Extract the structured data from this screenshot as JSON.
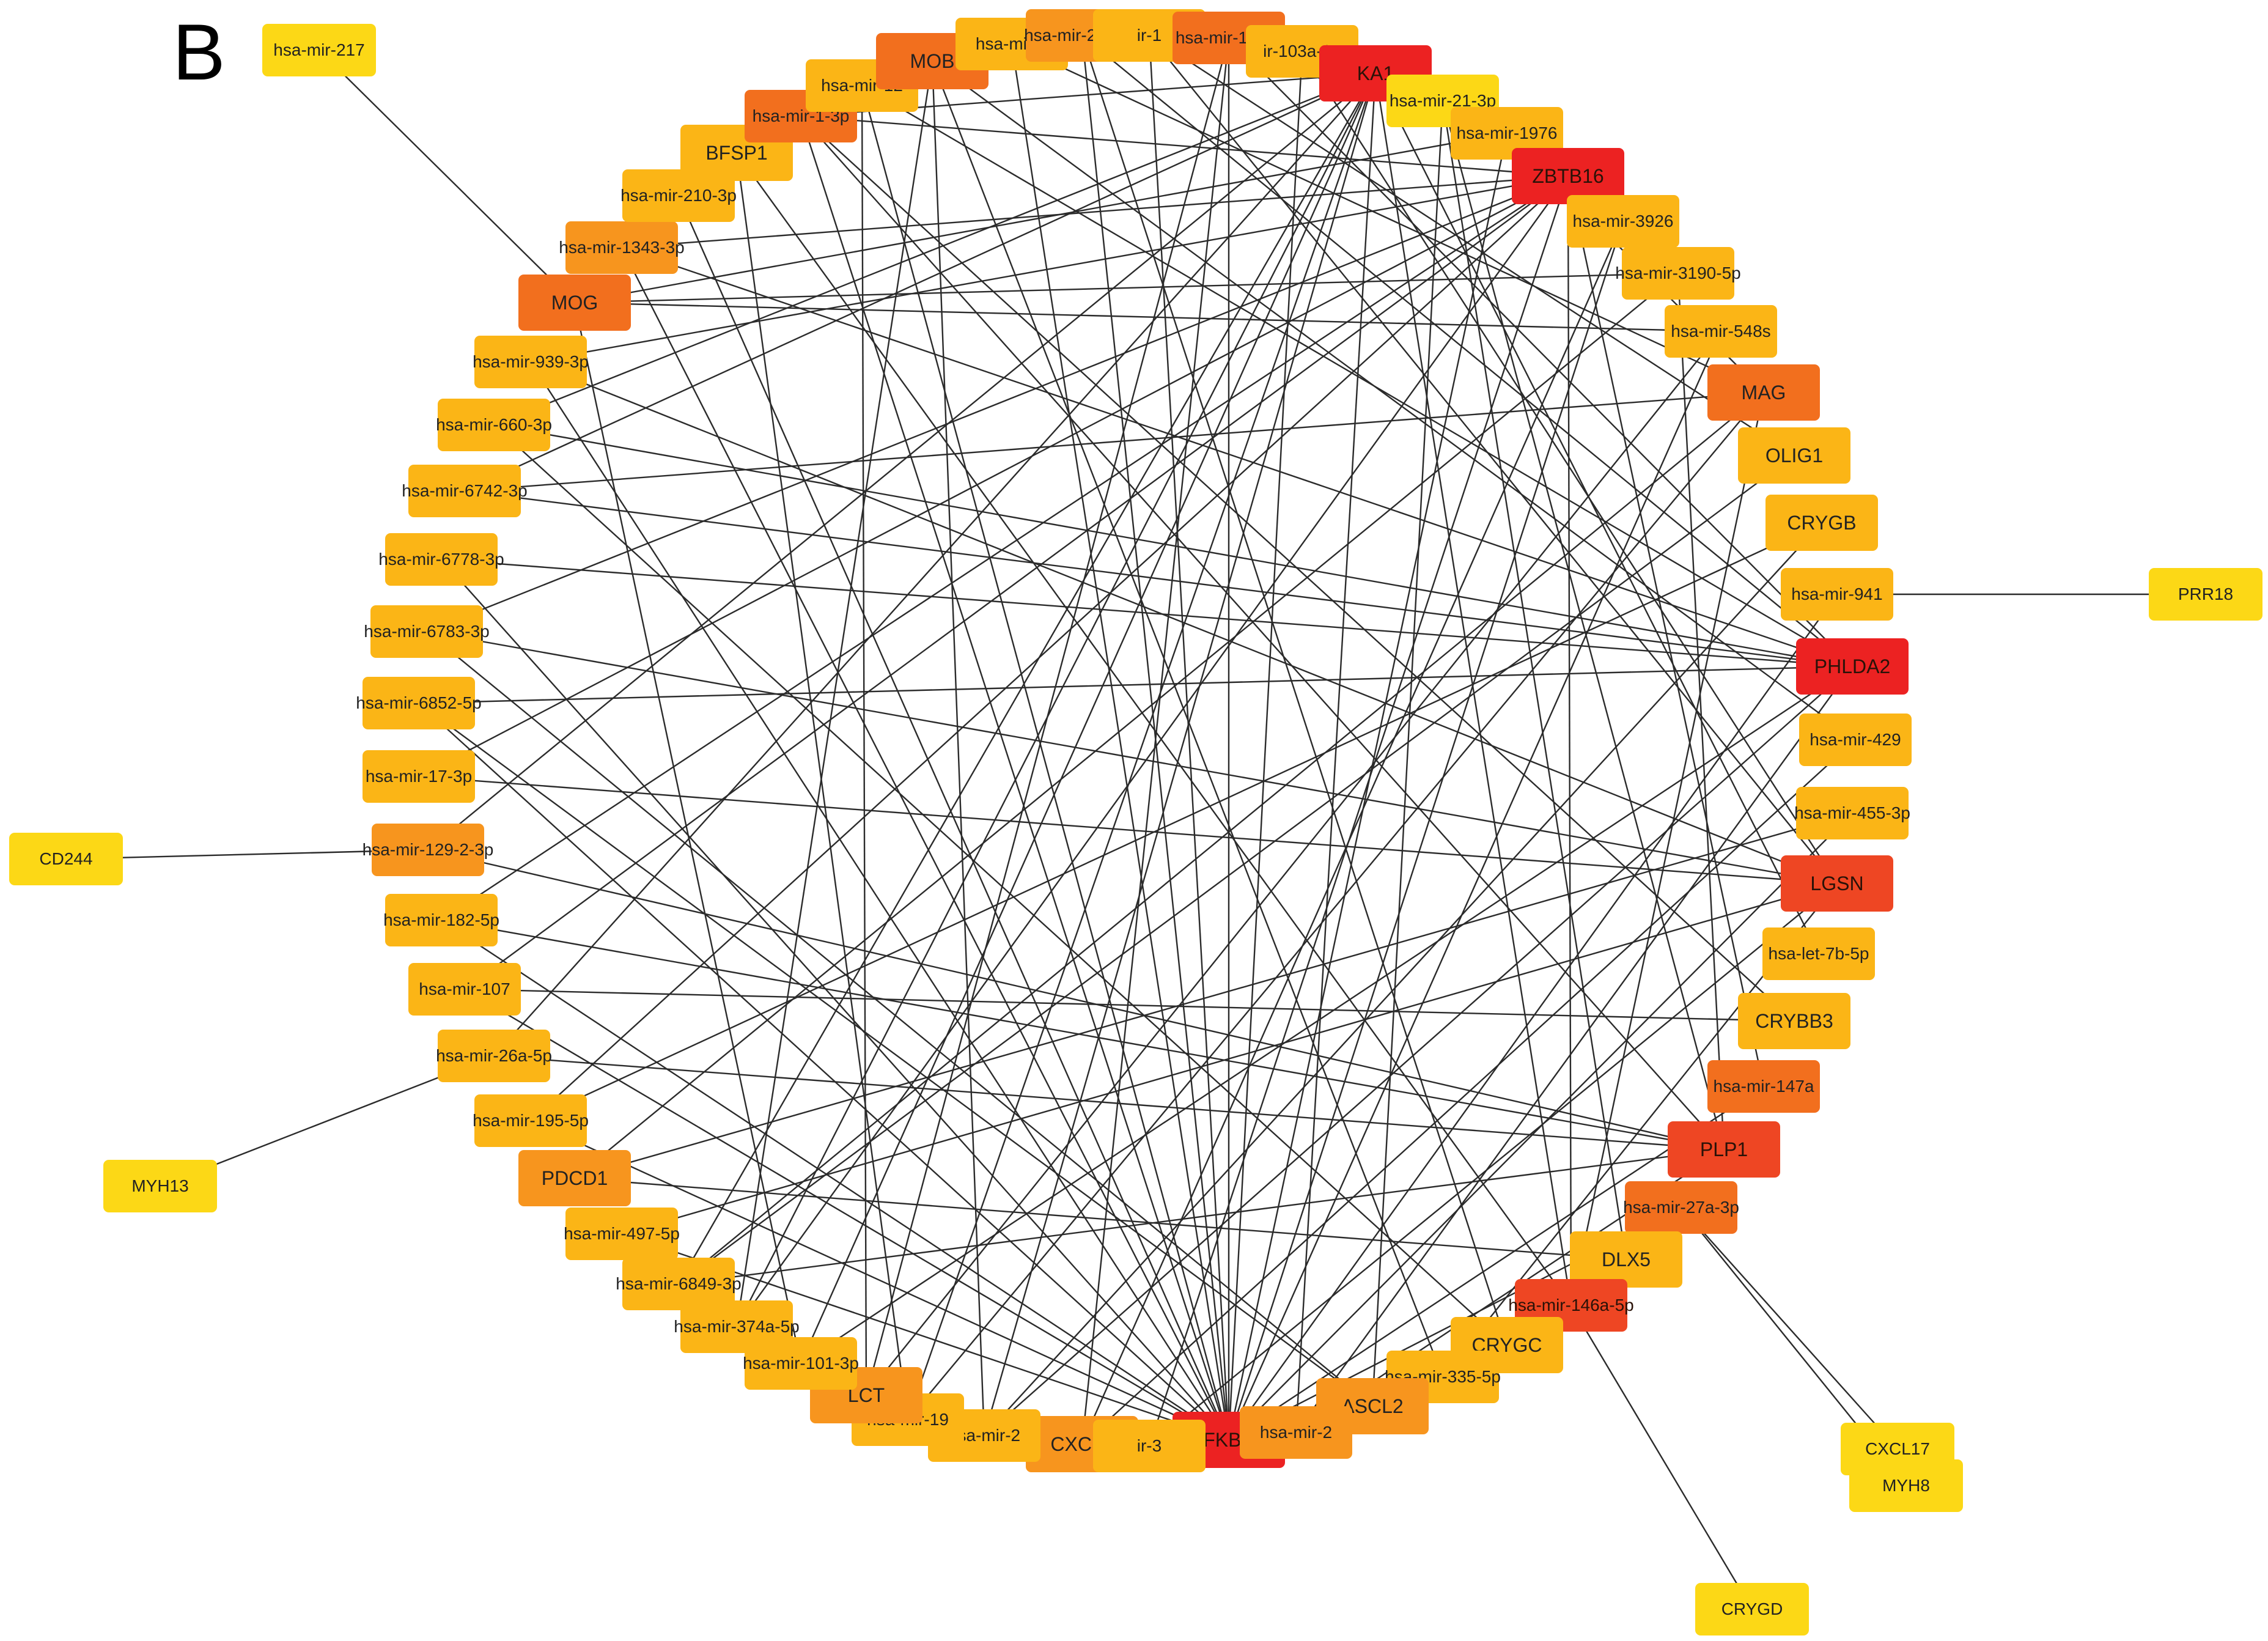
{
  "panel_label": "B",
  "colors": {
    "edge": "#2b2b2b",
    "deg1": "#fcd816",
    "deg2": "#fbb516",
    "deg3": "#f7951e",
    "deg4": "#f26f1e",
    "deg5": "#ee4623",
    "deg6": "#ec2222"
  },
  "nodes": [
    {
      "id": "FKBP",
      "label": "FKBP",
      "type": "gene",
      "deg": 6
    },
    {
      "id": "CXCL9",
      "label": "CXCL9",
      "type": "gene",
      "deg": 3
    },
    {
      "id": "mir_3x",
      "label": "ir-3",
      "type": "mirna",
      "deg": 2
    },
    {
      "id": "mir_2x",
      "label": "hsa-mir-2",
      "type": "mirna",
      "deg": 2
    },
    {
      "id": "mir_19",
      "label": "hsa-mir-19",
      "type": "mirna",
      "deg": 2
    },
    {
      "id": "LCT",
      "label": "LCT",
      "type": "gene",
      "deg": 3
    },
    {
      "id": "mir_101",
      "label": "hsa-mir-101-3p",
      "type": "mirna",
      "deg": 2
    },
    {
      "id": "mir_374a",
      "label": "hsa-mir-374a-5p",
      "type": "mirna",
      "deg": 2
    },
    {
      "id": "mir_6849",
      "label": "hsa-mir-6849-3p",
      "type": "mirna",
      "deg": 2
    },
    {
      "id": "mir_497",
      "label": "hsa-mir-497-5p",
      "type": "mirna",
      "deg": 2
    },
    {
      "id": "PDCD1",
      "label": "PDCD1",
      "type": "gene",
      "deg": 3
    },
    {
      "id": "mir_195",
      "label": "hsa-mir-195-5p",
      "type": "mirna",
      "deg": 2
    },
    {
      "id": "mir_26a",
      "label": "hsa-mir-26a-5p",
      "type": "mirna",
      "deg": 2
    },
    {
      "id": "mir_107",
      "label": "hsa-mir-107",
      "type": "mirna",
      "deg": 2
    },
    {
      "id": "mir_182",
      "label": "hsa-mir-182-5p",
      "type": "mirna",
      "deg": 2
    },
    {
      "id": "mir_129",
      "label": "hsa-mir-129-2-3p",
      "type": "mirna",
      "deg": 3
    },
    {
      "id": "mir_17",
      "label": "hsa-mir-17-3p",
      "type": "mirna",
      "deg": 2
    },
    {
      "id": "mir_6852",
      "label": "hsa-mir-6852-5p",
      "type": "mirna",
      "deg": 2
    },
    {
      "id": "mir_6783",
      "label": "hsa-mir-6783-3p",
      "type": "mirna",
      "deg": 2
    },
    {
      "id": "mir_6778",
      "label": "hsa-mir-6778-3p",
      "type": "mirna",
      "deg": 2
    },
    {
      "id": "mir_6742",
      "label": "hsa-mir-6742-3p",
      "type": "mirna",
      "deg": 2
    },
    {
      "id": "mir_660",
      "label": "hsa-mir-660-3p",
      "type": "mirna",
      "deg": 2
    },
    {
      "id": "mir_939",
      "label": "hsa-mir-939-3p",
      "type": "mirna",
      "deg": 2
    },
    {
      "id": "MOG",
      "label": "MOG",
      "type": "gene",
      "deg": 4
    },
    {
      "id": "mir_1343",
      "label": "hsa-mir-1343-3p",
      "type": "mirna",
      "deg": 3
    },
    {
      "id": "mir_210",
      "label": "hsa-mir-210-3p",
      "type": "mirna",
      "deg": 2
    },
    {
      "id": "BFSP1",
      "label": "BFSP1",
      "type": "gene",
      "deg": 2
    },
    {
      "id": "mir_1",
      "label": "hsa-mir-1-3p",
      "type": "mirna",
      "deg": 4
    },
    {
      "id": "mir_12x",
      "label": "hsa-mir-12",
      "type": "mirna",
      "deg": 2
    },
    {
      "id": "MOB",
      "label": "MOB",
      "type": "gene",
      "deg": 4
    },
    {
      "id": "mir_3x2",
      "label": "hsa-mir-3",
      "type": "mirna",
      "deg": 2
    },
    {
      "id": "mir_20a",
      "label": "hsa-mir-20a-5p",
      "type": "mirna",
      "deg": 3
    },
    {
      "id": "mir_1x",
      "label": "ir-1",
      "type": "mirna",
      "deg": 2
    },
    {
      "id": "mir_16",
      "label": "hsa-mir-16-5p",
      "type": "mirna",
      "deg": 4
    },
    {
      "id": "mir_103a",
      "label": "ir-103a-3p",
      "type": "mirna",
      "deg": 2
    },
    {
      "id": "KA1",
      "label": "KA1",
      "type": "gene",
      "deg": 6
    },
    {
      "id": "mir_21",
      "label": "hsa-mir-21-3p",
      "type": "mirna",
      "deg": 1
    },
    {
      "id": "mir_1976",
      "label": "hsa-mir-1976",
      "type": "mirna",
      "deg": 2
    },
    {
      "id": "ZBTB16",
      "label": "ZBTB16",
      "type": "gene",
      "deg": 6
    },
    {
      "id": "mir_3926",
      "label": "hsa-mir-3926",
      "type": "mirna",
      "deg": 2
    },
    {
      "id": "mir_3190",
      "label": "hsa-mir-3190-5p",
      "type": "mirna",
      "deg": 2
    },
    {
      "id": "mir_548s",
      "label": "hsa-mir-548s",
      "type": "mirna",
      "deg": 2
    },
    {
      "id": "MAG",
      "label": "MAG",
      "type": "gene",
      "deg": 4
    },
    {
      "id": "OLIG1",
      "label": "OLIG1",
      "type": "gene",
      "deg": 2
    },
    {
      "id": "CRYGB",
      "label": "CRYGB",
      "type": "gene",
      "deg": 2
    },
    {
      "id": "mir_941",
      "label": "hsa-mir-941",
      "type": "mirna",
      "deg": 2
    },
    {
      "id": "PHLDA2",
      "label": "PHLDA2",
      "type": "gene",
      "deg": 6
    },
    {
      "id": "mir_429",
      "label": "hsa-mir-429",
      "type": "mirna",
      "deg": 2
    },
    {
      "id": "mir_455",
      "label": "hsa-mir-455-3p",
      "type": "mirna",
      "deg": 2
    },
    {
      "id": "LGSN",
      "label": "LGSN",
      "type": "gene",
      "deg": 5
    },
    {
      "id": "let_7b",
      "label": "hsa-let-7b-5p",
      "type": "mirna",
      "deg": 2
    },
    {
      "id": "CRYBB3",
      "label": "CRYBB3",
      "type": "gene",
      "deg": 2
    },
    {
      "id": "mir_147a",
      "label": "hsa-mir-147a",
      "type": "mirna",
      "deg": 4
    },
    {
      "id": "PLP1",
      "label": "PLP1",
      "type": "gene",
      "deg": 5
    },
    {
      "id": "mir_27a",
      "label": "hsa-mir-27a-3p",
      "type": "mirna",
      "deg": 4
    },
    {
      "id": "DLX5",
      "label": "DLX5",
      "type": "gene",
      "deg": 2
    },
    {
      "id": "mir_146a",
      "label": "hsa-mir-146a-5p",
      "type": "mirna",
      "deg": 5
    },
    {
      "id": "CRYGC",
      "label": "CRYGC",
      "type": "gene",
      "deg": 2
    },
    {
      "id": "mir_335",
      "label": "hsa-mir-335-5p",
      "type": "mirna",
      "deg": 2
    },
    {
      "id": "ASCL2",
      "label": "ASCL2",
      "type": "gene",
      "deg": 3
    },
    {
      "id": "mir_2x2",
      "label": "hsa-mir-2",
      "type": "mirna",
      "deg": 3
    },
    {
      "id": "mir_217",
      "label": "hsa-mir-217",
      "type": "mirna",
      "deg": 1,
      "outer": true
    },
    {
      "id": "CD244",
      "label": "CD244",
      "type": "gene",
      "deg": 1,
      "outer": true
    },
    {
      "id": "MYH13",
      "label": "MYH13",
      "type": "gene",
      "deg": 1,
      "outer": true
    },
    {
      "id": "PRR18",
      "label": "PRR18",
      "type": "gene",
      "deg": 1,
      "outer": true
    },
    {
      "id": "CXCL17",
      "label": "CXCL17",
      "type": "gene",
      "deg": 1,
      "outer": true
    },
    {
      "id": "MYH8",
      "label": "MYH8",
      "type": "gene",
      "deg": 1,
      "outer": true
    },
    {
      "id": "CRYGD",
      "label": "CRYGD",
      "type": "gene",
      "deg": 1,
      "outer": true
    }
  ],
  "edges": [
    [
      "mir_217",
      "MOG"
    ],
    [
      "CD244",
      "mir_129"
    ],
    [
      "MYH13",
      "mir_26a"
    ],
    [
      "PRR18",
      "mir_941"
    ],
    [
      "CXCL17",
      "mir_27a"
    ],
    [
      "MYH8",
      "mir_27a"
    ],
    [
      "CRYGD",
      "mir_146a"
    ],
    [
      "FKBP",
      "mir_939"
    ],
    [
      "FKBP",
      "mir_6778"
    ],
    [
      "FKBP",
      "mir_6852"
    ],
    [
      "FKBP",
      "mir_182"
    ],
    [
      "FKBP",
      "mir_107"
    ],
    [
      "FKBP",
      "mir_195"
    ],
    [
      "FKBP",
      "mir_497"
    ],
    [
      "FKBP",
      "mir_1343"
    ],
    [
      "FKBP",
      "mir_1"
    ],
    [
      "FKBP",
      "mir_20a"
    ],
    [
      "FKBP",
      "mir_16"
    ],
    [
      "FKBP",
      "mir_103a"
    ],
    [
      "FKBP",
      "mir_1976"
    ],
    [
      "FKBP",
      "mir_3926"
    ],
    [
      "FKBP",
      "mir_548s"
    ],
    [
      "FKBP",
      "mir_941"
    ],
    [
      "FKBP",
      "mir_455"
    ],
    [
      "FKBP",
      "mir_147a"
    ],
    [
      "FKBP",
      "mir_27a"
    ],
    [
      "FKBP",
      "mir_210"
    ],
    [
      "KA1",
      "mir_6742"
    ],
    [
      "KA1",
      "mir_660"
    ],
    [
      "KA1",
      "mir_129"
    ],
    [
      "KA1",
      "mir_26a"
    ],
    [
      "KA1",
      "mir_6849"
    ],
    [
      "KA1",
      "mir_101"
    ],
    [
      "KA1",
      "mir_19"
    ],
    [
      "KA1",
      "mir_2x"
    ],
    [
      "KA1",
      "mir_146a"
    ],
    [
      "KA1",
      "let_7b"
    ],
    [
      "KA1",
      "mir_374a"
    ],
    [
      "KA1",
      "mir_1"
    ],
    [
      "ZBTB16",
      "mir_939"
    ],
    [
      "ZBTB16",
      "mir_6783"
    ],
    [
      "ZBTB16",
      "mir_17"
    ],
    [
      "ZBTB16",
      "mir_182"
    ],
    [
      "ZBTB16",
      "mir_107"
    ],
    [
      "ZBTB16",
      "mir_195"
    ],
    [
      "ZBTB16",
      "mir_374a"
    ],
    [
      "ZBTB16",
      "mir_3x"
    ],
    [
      "ZBTB16",
      "mir_1"
    ],
    [
      "ZBTB16",
      "mir_146a"
    ],
    [
      "ZBTB16",
      "mir_147a"
    ],
    [
      "ZBTB16",
      "mir_1343"
    ],
    [
      "PHLDA2",
      "mir_6742"
    ],
    [
      "PHLDA2",
      "mir_6778"
    ],
    [
      "PHLDA2",
      "mir_6852"
    ],
    [
      "PHLDA2",
      "mir_660"
    ],
    [
      "PHLDA2",
      "mir_101"
    ],
    [
      "PHLDA2",
      "mir_2x"
    ],
    [
      "PHLDA2",
      "mir_12x"
    ],
    [
      "PHLDA2",
      "mir_20a"
    ],
    [
      "PHLDA2",
      "mir_16"
    ],
    [
      "PHLDA2",
      "mir_2x2"
    ],
    [
      "PHLDA2",
      "mir_1343"
    ],
    [
      "LGSN",
      "mir_939"
    ],
    [
      "LGSN",
      "mir_6783"
    ],
    [
      "LGSN",
      "mir_17"
    ],
    [
      "LGSN",
      "mir_497"
    ],
    [
      "LGSN",
      "mir_3x"
    ],
    [
      "LGSN",
      "mir_1x"
    ],
    [
      "LGSN",
      "mir_103a"
    ],
    [
      "LGSN",
      "mir_335"
    ],
    [
      "PLP1",
      "mir_129"
    ],
    [
      "PLP1",
      "mir_26a"
    ],
    [
      "PLP1",
      "mir_6849"
    ],
    [
      "PLP1",
      "mir_1"
    ],
    [
      "PLP1",
      "mir_21"
    ],
    [
      "PLP1",
      "mir_3190"
    ],
    [
      "PLP1",
      "mir_2x2"
    ],
    [
      "PLP1",
      "mir_182"
    ],
    [
      "MAG",
      "mir_3x2"
    ],
    [
      "MAG",
      "mir_1976"
    ],
    [
      "MAG",
      "mir_6849"
    ],
    [
      "MAG",
      "mir_19"
    ],
    [
      "MAG",
      "mir_146a"
    ],
    [
      "MAG",
      "mir_6742"
    ],
    [
      "MOG",
      "mir_3190"
    ],
    [
      "MOG",
      "mir_548s"
    ],
    [
      "MOG",
      "mir_1976"
    ],
    [
      "MOG",
      "mir_101"
    ],
    [
      "MOB",
      "mir_429"
    ],
    [
      "MOB",
      "mir_335"
    ],
    [
      "MOB",
      "mir_2x"
    ],
    [
      "MOB",
      "mir_374a"
    ],
    [
      "ASCL2",
      "mir_6783"
    ],
    [
      "ASCL2",
      "mir_21"
    ],
    [
      "ASCL2",
      "mir_6852"
    ],
    [
      "CXCL9",
      "mir_3926"
    ],
    [
      "CXCL9",
      "mir_429"
    ],
    [
      "CXCL9",
      "mir_16"
    ],
    [
      "PDCD1",
      "mir_455"
    ],
    [
      "PDCD1",
      "mir_3190"
    ],
    [
      "PDCD1",
      "DLX5"
    ],
    [
      "LCT",
      "mir_16"
    ],
    [
      "LCT",
      "mir_548s"
    ],
    [
      "LCT",
      "mir_12x"
    ],
    [
      "BFSP1",
      "mir_146a"
    ],
    [
      "BFSP1",
      "mir_19"
    ],
    [
      "CRYGB",
      "mir_195"
    ],
    [
      "CRYGB",
      "mir_2x"
    ],
    [
      "CRYGC",
      "mir_660"
    ],
    [
      "CRYGC",
      "mir_20a"
    ],
    [
      "OLIG1",
      "mir_1x"
    ],
    [
      "OLIG1",
      "mir_6849"
    ],
    [
      "CRYBB3",
      "mir_1"
    ],
    [
      "CRYBB3",
      "mir_107"
    ],
    [
      "DLX5",
      "mir_21"
    ],
    [
      "mir_1x",
      "FKBP"
    ],
    [
      "mir_3x2",
      "FKBP"
    ],
    [
      "mir_12x",
      "FKBP"
    ],
    [
      "mir_2x2",
      "KA1"
    ],
    [
      "mir_1x",
      "mir_1x"
    ]
  ]
}
